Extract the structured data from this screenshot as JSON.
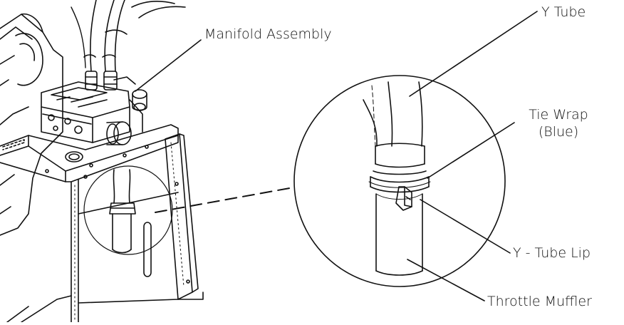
{
  "diagram": {
    "labels": {
      "manifold_assembly": "Manifold Assembly",
      "y_tube": "Y Tube",
      "tie_wrap_line1": "Tie Wrap",
      "tie_wrap_line2": "(Blue)",
      "y_tube_lip": "Y - Tube Lip",
      "throttle_muffler": "Throttle Muffler"
    }
  }
}
